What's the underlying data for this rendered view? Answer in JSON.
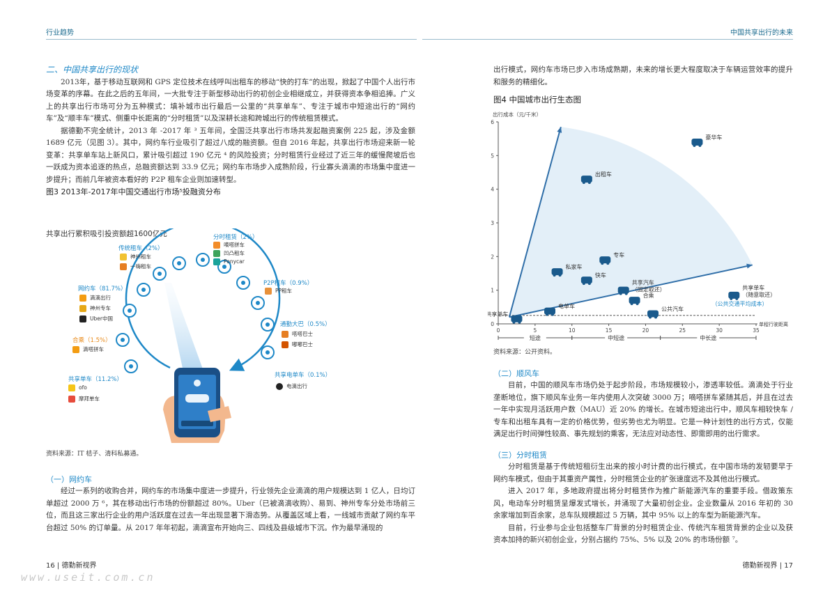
{
  "header": {
    "left": "行业趋势",
    "right": "中国共享出行的未来"
  },
  "left": {
    "section_title": "二、中国共享出行的现状",
    "para1": "2013年，基于移动互联网和 GPS 定位技术在线呼叫出租车的移动“快的打车”的出现，掀起了中国个人出行市场变革的序幕。在此之后的五年间，一大批专注于新型移动出行的初创企业相继成立，并获得资本争相追捧。广义上的共享出行市场可分为五种模式：填补城市出行最后一公里的“共享单车”、专注于城市中短途出行的“网约车”及“顺丰车”模式、侧重中长距离的“分时租赁”以及深耕长途和跨城出行的传统租赁模式。",
    "para2": "据德勤不完全统计，2013 年 -2017 年 ³ 五年间，全国泛共享出行市场共发起融资案例 225 起，涉及金额 1689 亿元（见图 3）。其中，网约车行业吸引了超过八成的融资额。但自 2016 年起，共享出行市场迎来新一轮变革：共享单车站上新风口，累计吸引超过 190 亿元 ⁴ 的风险投资；分时租赁行业经过了近三年的缓慢爬坡后也一跃成为资本追逐的热点，总融资额达到 33.9 亿元；网约车市场步入成熟阶段，行业寡头滴滴的市场集中度进一步提升；而前几年被资本看好的 P2P 租车企业则加速转型。",
    "fig3_title": "图3 2013年-2017年中国交通出行市场⁵投融资分布",
    "fig3_subtitle": "共享出行累积吸引投资额超1600亿元",
    "categories": [
      {
        "name": "分时租赁（2%）",
        "companies": [
          "嘀嗒拼车",
          "凹凸租车",
          "Ponycar"
        ]
      },
      {
        "name": "传统租车（2%）",
        "companies": [
          "神州租车",
          "一嗨租车"
        ]
      },
      {
        "name": "P2P租车（0.9%）",
        "companies": [
          "PP租车"
        ]
      },
      {
        "name": "网约车（81.7%）",
        "companies": [
          "滴滴出行",
          "神州专车",
          "Uber中国"
        ]
      },
      {
        "name": "通勤大巴（0.5%）",
        "companies": [
          "嗒嗒巴士",
          "嘟嘟巴士"
        ]
      },
      {
        "name": "合乘（1.5%）",
        "companies": [
          "滴嗒拼车"
        ]
      },
      {
        "name": "共享单车（11.2%）",
        "companies": [
          "ofo",
          "摩拜单车"
        ]
      },
      {
        "name": "共享电单车（0.1%）",
        "companies": [
          "电滴出行"
        ]
      }
    ],
    "fig3_source": "资料来源：IT 桔子、清科私募通。",
    "sub1_title": "（一）网约车",
    "para3": "经过一系列的收购合并，网约车的市场集中度进一步提升，行业领先企业滴滴的用户规模达到 1 亿人，日均订单超过 2000 万 ⁶，其在移动出行市场的份额超过 80%。Uber（已被滴滴收购）、易到、神州专车分处市场前三位，而且这三家出行企业的用户活跃度在过去一年出现显著下滑态势。从覆盖区域上看，一线城市贡献了网约车平台超过 50% 的订单量。从 2017 年年初起，滴滴宣布开始向三、四线及县级城市下沉。作为最早涌现的"
  },
  "right": {
    "para_cont": "出行模式，网约车市场已步入市场成熟期，未来的增长更大程度取决于车辆运营效率的提升和服务的精细化。",
    "fig4_title": "图4 中国城市出行生态图",
    "fig4_source": "资料来源：公开资料。",
    "sub2_title": "（二）顺风车",
    "para4": "目前，中国的顺风车市场仍处于起步阶段，市场规模较小，渗透率较低。滴滴处于行业垄断地位，旗下顺风车业务一年内使用人次突破 3000 万；嘀嗒拼车紧随其后，并且在过去一年中实现月活跃用户数（MAU）近 20% 的增长。在城市短途出行中，顺风车相较快车 / 专车和出租车具有一定的价格优势，但劣势也尤为明显。它是一种计划性的出行方式，仅能满足出行时间弹性较高、事先规划的乘客，无法应对动态性、即需即用的出行需求。",
    "sub3_title": "（三）分时租赁",
    "para5": "分时租赁是基于传统短租衍生出来的按小时计费的出行模式，在中国市场的发轫要早于网约车模式，但由于其重资产属性，分时租赁企业的扩张速度远不及其他出行模式。",
    "para6": "进入 2017 年，多地政府提出将分时租赁作为推广新能源汽车的重要手段。借政策东风，电动车分时租赁呈爆发式增长，并涌现了大量初创企业。企业数量从 2016 年初的 30 余家增加到百余家，总车队规模超过 5 万辆，其中 95% 以上的车型为新能源汽车。",
    "para7": "目前，行业参与企业包括整车厂背景的分时租赁企业、传统汽车租赁背景的企业以及获资本加持的新兴初创企业，分别占据约 75%、5% 以及 20% 的市场份额 ⁷。"
  },
  "chart_data": {
    "type": "scatter",
    "ylabel": "出行成本（元/千米）",
    "xlabel": "单程行驶距离",
    "xlim": [
      0,
      35
    ],
    "ylim": [
      0,
      6
    ],
    "xticks": [
      0,
      5,
      10,
      15,
      20,
      25,
      30,
      35
    ],
    "yticks": [
      0,
      1,
      2,
      3,
      4,
      5,
      6
    ],
    "points": [
      {
        "label": "豪华车",
        "x": 27,
        "y": 5.4
      },
      {
        "label": "出租车",
        "x": 12,
        "y": 4.3
      },
      {
        "label": "私家车",
        "x": 8,
        "y": 1.55
      },
      {
        "label": "专车",
        "x": 14.5,
        "y": 1.9
      },
      {
        "label": "快车",
        "x": 12,
        "y": 1.3
      },
      {
        "label": "共享汽车\n（固定取还）",
        "x": 17,
        "y": 1.0
      },
      {
        "label": "合乘",
        "x": 18.5,
        "y": 0.7
      },
      {
        "label": "共享单车\n（随意取还）",
        "x": 32,
        "y": 0.85
      },
      {
        "label": "电单车",
        "x": 7,
        "y": 0.38
      },
      {
        "label": "公共汽车",
        "x": 21,
        "y": 0.3
      },
      {
        "label": "共享单车",
        "x": 2.5,
        "y": 0.15
      }
    ],
    "reference_line": {
      "label": "（公共交通平均成本）",
      "y": 0.25
    },
    "distance_bands": [
      {
        "label": "短途",
        "from": 0,
        "to": 10
      },
      {
        "label": "中短途",
        "from": 10,
        "to": 22
      },
      {
        "label": "中长途",
        "from": 22,
        "to": 35
      }
    ]
  },
  "footer": {
    "left_page": "16",
    "left_brand": "德勤新视界",
    "right_brand": "德勤新视界",
    "right_page": "17"
  },
  "watermark": "www.useit.com.cn",
  "colors": {
    "accent": "#1e88c7",
    "dark_blue": "#1a5a8c",
    "fan": "#e3eff8"
  }
}
